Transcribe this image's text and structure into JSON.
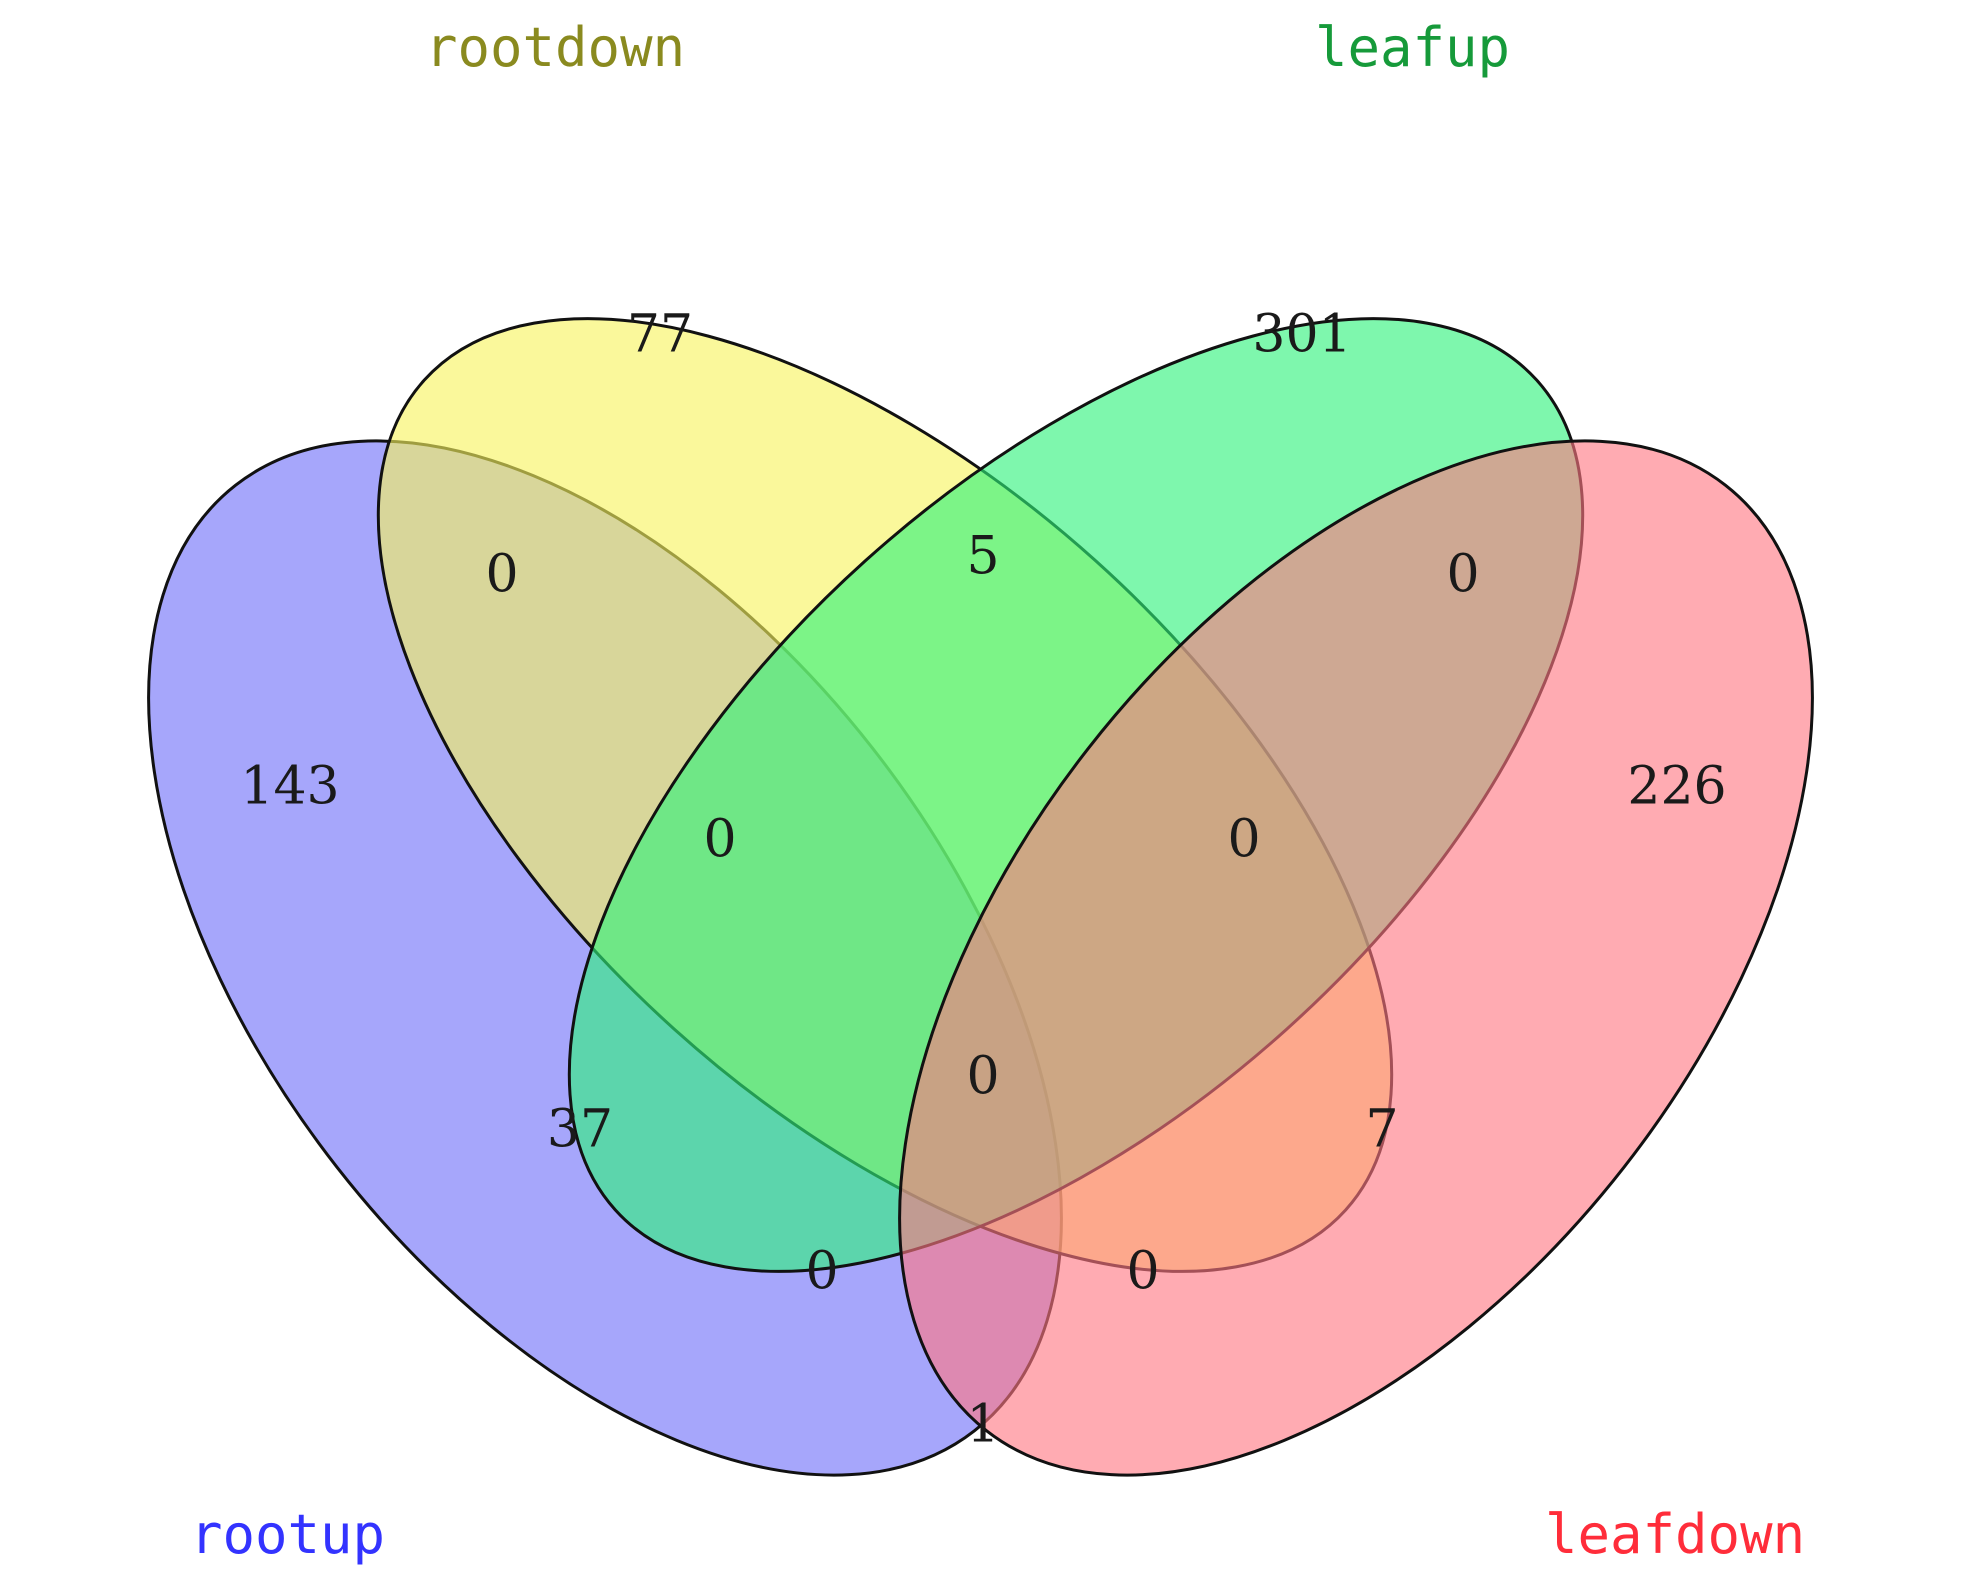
{
  "sets": [
    {
      "key": "rootup",
      "label": "rootup",
      "label_color": "#3333ff",
      "fill": "#6f6ff8"
    },
    {
      "key": "rootdown",
      "label": "rootdown",
      "label_color": "#8a8a1f",
      "fill": "#f7f35d"
    },
    {
      "key": "leafup",
      "label": "leafup",
      "label_color": "#169a3a",
      "fill": "#2ef27a"
    },
    {
      "key": "leafdown",
      "label": "leafdown",
      "label_color": "#ff2d3a",
      "fill": "#ff7782"
    }
  ],
  "regions": [
    {
      "id": "rootup-only",
      "count": "143"
    },
    {
      "id": "rootdown-only",
      "count": "77"
    },
    {
      "id": "leafup-only",
      "count": "301"
    },
    {
      "id": "leafdown-only",
      "count": "226"
    },
    {
      "id": "rootup-rootdown",
      "count": "0"
    },
    {
      "id": "rootdown-leafup",
      "count": "5"
    },
    {
      "id": "leafup-leafdown",
      "count": "0"
    },
    {
      "id": "rootup-rootdown-leafup",
      "count": "0"
    },
    {
      "id": "rootdown-leafup-leafdown",
      "count": "0"
    },
    {
      "id": "rootup-leafup",
      "count": "37"
    },
    {
      "id": "all-four",
      "count": "0"
    },
    {
      "id": "rootdown-leafdown",
      "count": "7"
    },
    {
      "id": "rootup-leafup-leafdown",
      "count": "0"
    },
    {
      "id": "rootup-rootdown-leafdown",
      "count": "0"
    },
    {
      "id": "rootup-leafdown",
      "count": "1"
    }
  ]
}
